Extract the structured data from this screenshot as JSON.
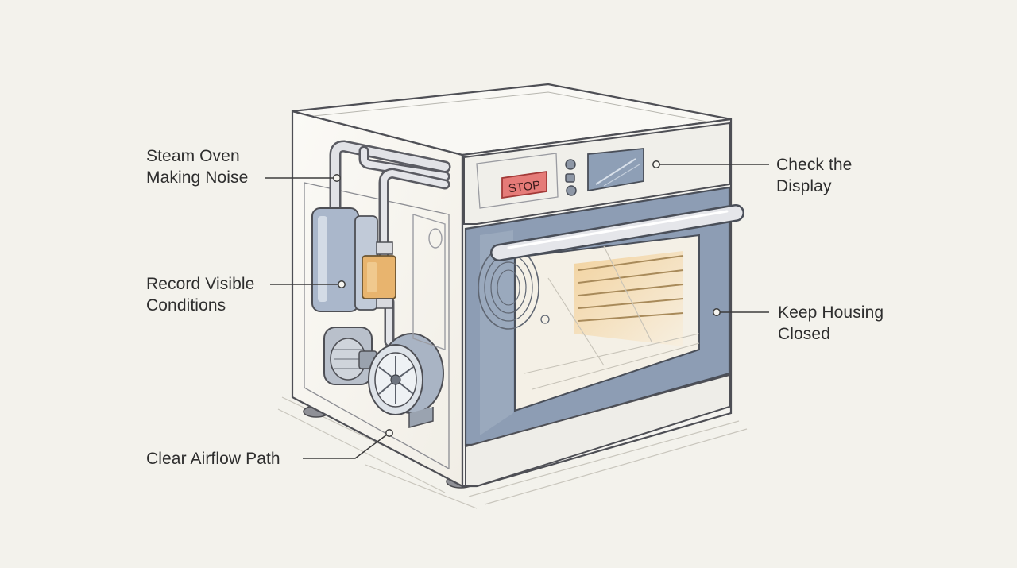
{
  "diagram": {
    "button_label": "STOP",
    "callouts": {
      "steam": [
        "Steam Oven",
        "Making Noise"
      ],
      "display": [
        "Check the",
        "Display"
      ],
      "record": [
        "Record Visible",
        "Conditions"
      ],
      "housing": [
        "Keep Housing",
        "Closed"
      ],
      "airflow": [
        "Clear Airflow Path"
      ]
    }
  }
}
